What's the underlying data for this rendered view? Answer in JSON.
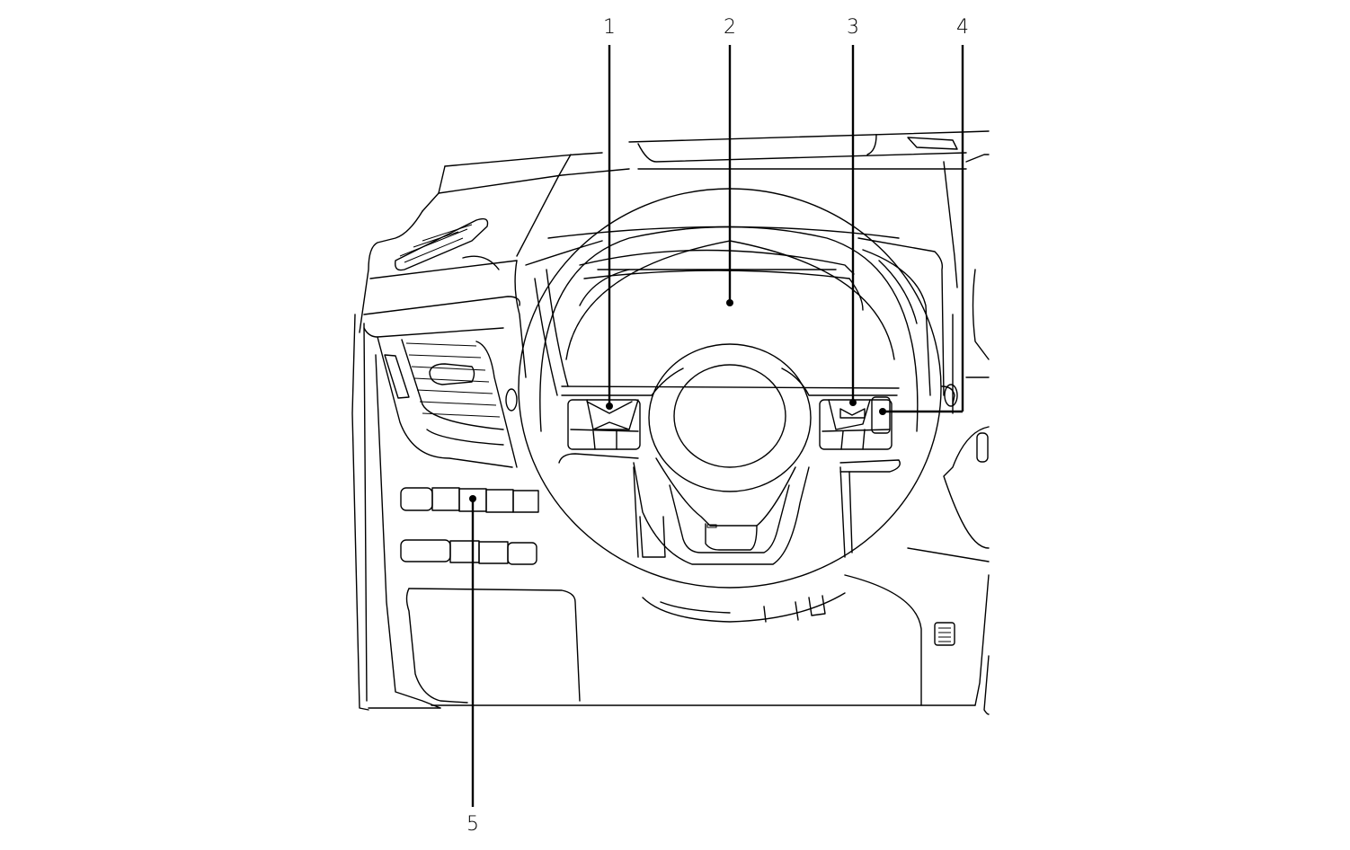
{
  "diagram": {
    "title": "",
    "subject": "Driver-side dashboard and steering wheel line drawing",
    "colors": {
      "line": "#000000",
      "background": "#ffffff"
    },
    "callouts": [
      {
        "label": "1",
        "target": "steering-wheel-left-switch-cluster"
      },
      {
        "label": "2",
        "target": "instrument-cluster-meter"
      },
      {
        "label": "3",
        "target": "steering-wheel-right-switch-cluster"
      },
      {
        "label": "4",
        "target": "steering-wheel-right-side-switch"
      },
      {
        "label": "5",
        "target": "lower-dashboard-switch-panel"
      }
    ]
  }
}
